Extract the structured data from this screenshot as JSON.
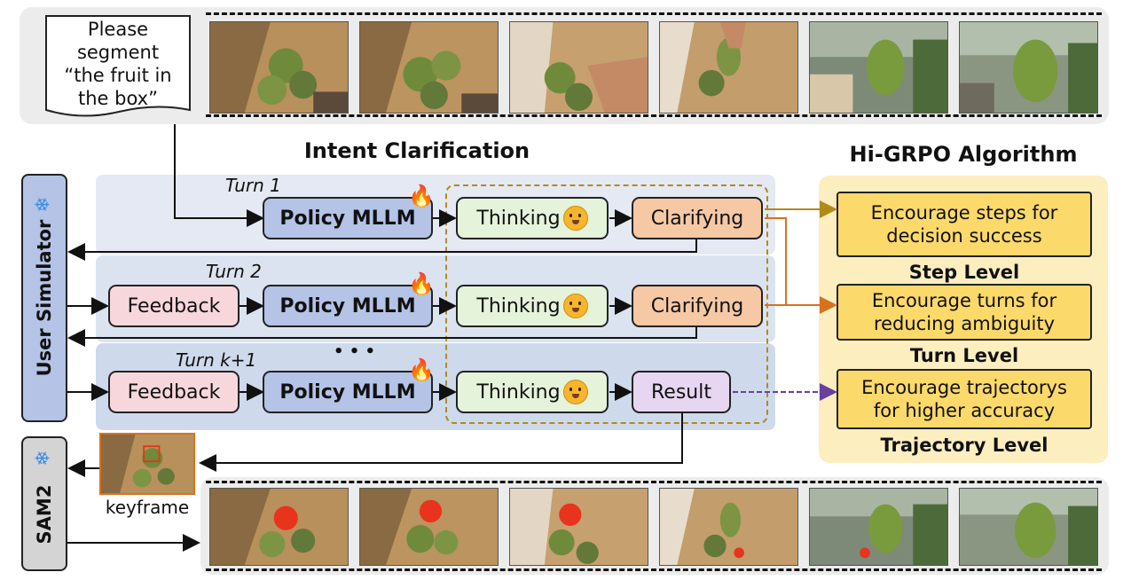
{
  "prompt_note": "Please\nsegment\n“the fruit in\nthe box”",
  "intent_title": "Intent Clarification",
  "algo_title": "Hi-GRPO Algorithm",
  "user_simulator": "User Simulator",
  "sam2": "SAM2",
  "keyframe": "keyframe",
  "ellipsis": "• • •",
  "turns": [
    {
      "label": "Turn 1",
      "policy": "Policy MLLM",
      "thinking": "Thinking",
      "output": "Clarifying"
    },
    {
      "label": "Turn 2",
      "feedback": "Feedback",
      "policy": "Policy MLLM",
      "thinking": "Thinking",
      "output": "Clarifying"
    },
    {
      "label": "Turn k+1",
      "feedback": "Feedback",
      "policy": "Policy MLLM",
      "thinking": "Thinking",
      "output": "Result"
    }
  ],
  "levels": [
    {
      "goal": "Encourage steps for\ndecision success",
      "name": "Step Level"
    },
    {
      "goal": "Encourage turns for\nreducing ambiguity",
      "name": "Turn Level"
    },
    {
      "goal": "Encourage trajectorys\nfor higher accuracy",
      "name": "Trajectory Level"
    }
  ],
  "colors": {
    "policy": "#b4c3e6",
    "thinking": "#e4f3d9",
    "clarifying": "#f6c8a4",
    "result": "#e6d6f1",
    "feedback": "#f8d7dc",
    "goal": "#fbd96a",
    "algo_panel": "#fdeec0",
    "turn_panel": "#dbe3f1",
    "step_arrow": "#b08b1a",
    "turn_arrow": "#d6731f",
    "traj_arrow": "#6a3fa0",
    "mask": "#e8341c"
  }
}
